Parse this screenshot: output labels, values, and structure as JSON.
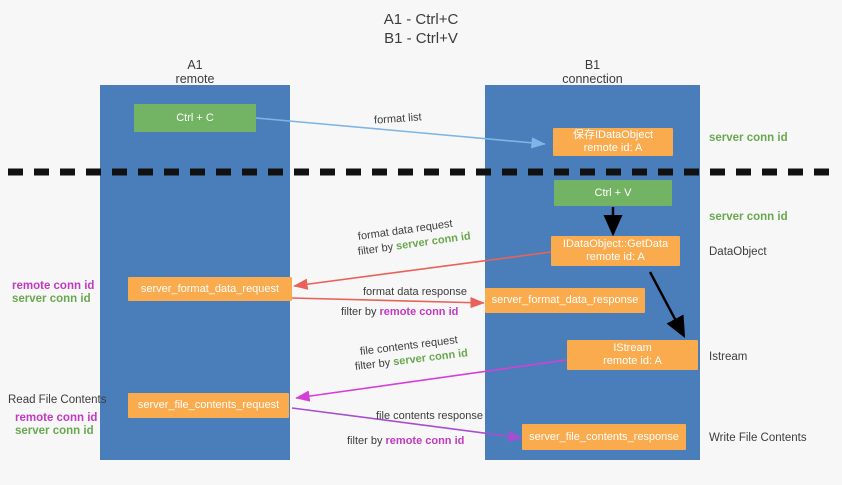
{
  "title": {
    "line1": "A1 - Ctrl+C",
    "line2": "B1 - Ctrl+V"
  },
  "lanes": [
    {
      "name": "A1",
      "sub": "remote"
    },
    {
      "name": "B1",
      "sub": "connection"
    }
  ],
  "boxes": {
    "ctrl_c": "Ctrl + C",
    "ctrl_v": "Ctrl + V",
    "save_dataobject_l1": "保存IDataObject",
    "save_dataobject_l2": "remote id: A",
    "getdata_l1": "IDataObject::GetData",
    "getdata_l2": "remote id: A",
    "istream_l1": "IStream",
    "istream_l2": "remote id: A",
    "server_format_data_request": "server_format_data_request",
    "server_format_data_response": "server_format_data_response",
    "server_file_contents_request": "server_file_contents_request",
    "server_file_contents_response": "server_file_contents_response"
  },
  "right_labels": {
    "server_conn_id_top": "server conn id",
    "server_conn_id_mid": "server conn id",
    "dataobject": "DataObject",
    "istream": "Istream",
    "write_file_contents": "Write File Contents"
  },
  "left_labels": {
    "remote_conn_id_1": "remote conn id",
    "server_conn_id_1": "server conn id",
    "read_file_contents": "Read File Contents",
    "remote_conn_id_2": "remote conn id",
    "server_conn_id_2": "server conn id"
  },
  "arrow_labels": {
    "format_list": "format list",
    "format_data_request": "format data request",
    "format_data_request_filter_pre": "filter by ",
    "format_data_request_filter_val": "server conn id",
    "format_data_response": "format data response",
    "format_data_response_filter_pre": "filter by ",
    "format_data_response_filter_val": "remote conn id",
    "file_contents_request": "file contents request",
    "file_contents_request_filter_pre": "filter by ",
    "file_contents_request_filter_val": "server conn id",
    "file_contents_response": "file contents response",
    "file_contents_response_filter_pre": "filter by ",
    "file_contents_response_filter_val": "remote conn id"
  },
  "colors": {
    "lane": "#4a7ebb",
    "green_box": "#73b464",
    "orange_box": "#f9ab4e",
    "green_text": "#6aa84f",
    "purple_text": "#c239c2",
    "light_blue_arrow": "#7fb5e6",
    "red_arrow": "#e8625a",
    "magenta_arrow": "#d63fd6",
    "purple_arrow": "#9b4fd0",
    "black_arrow": "#000000",
    "background": "#f7f7f7"
  }
}
